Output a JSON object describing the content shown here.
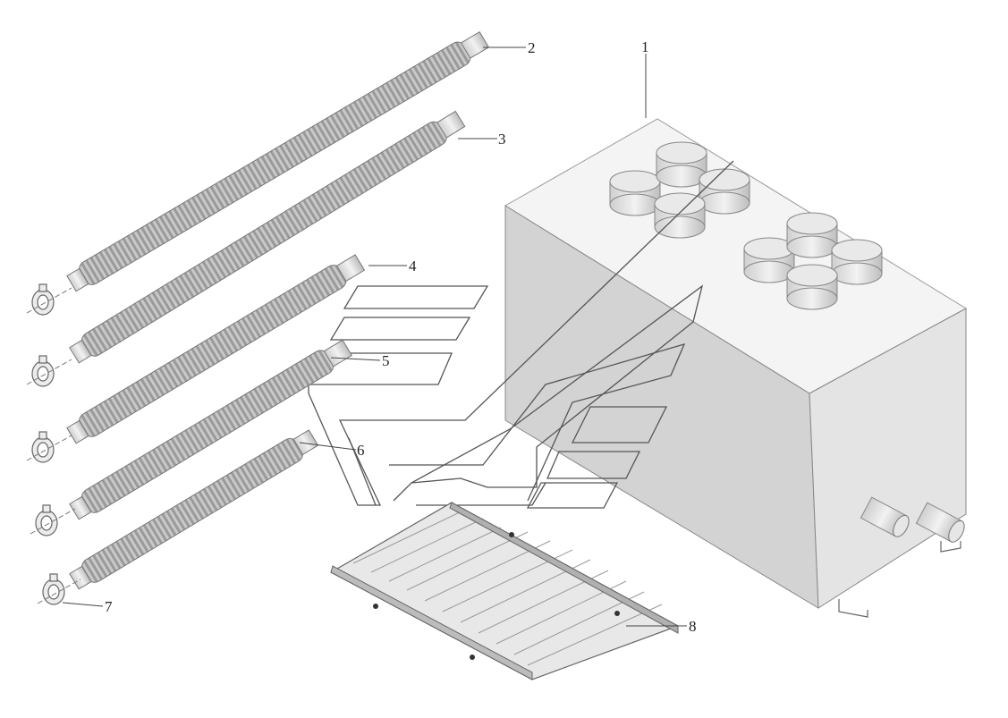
{
  "diagram": {
    "parts": [
      {
        "id": "box",
        "label": "1"
      },
      {
        "id": "hose-1",
        "label": "2"
      },
      {
        "id": "hose-2",
        "label": "3"
      },
      {
        "id": "hose-3",
        "label": "4"
      },
      {
        "id": "hose-4",
        "label": "5"
      },
      {
        "id": "hose-5",
        "label": "6"
      },
      {
        "id": "clamps",
        "label": "7"
      },
      {
        "id": "grille",
        "label": "8"
      }
    ]
  },
  "colors": {
    "face_front": "#d3d3d3",
    "face_top": "#f4f4f4",
    "face_side": "#e4e4e4",
    "hose": "#bdbdbd",
    "outline": "#555555"
  }
}
